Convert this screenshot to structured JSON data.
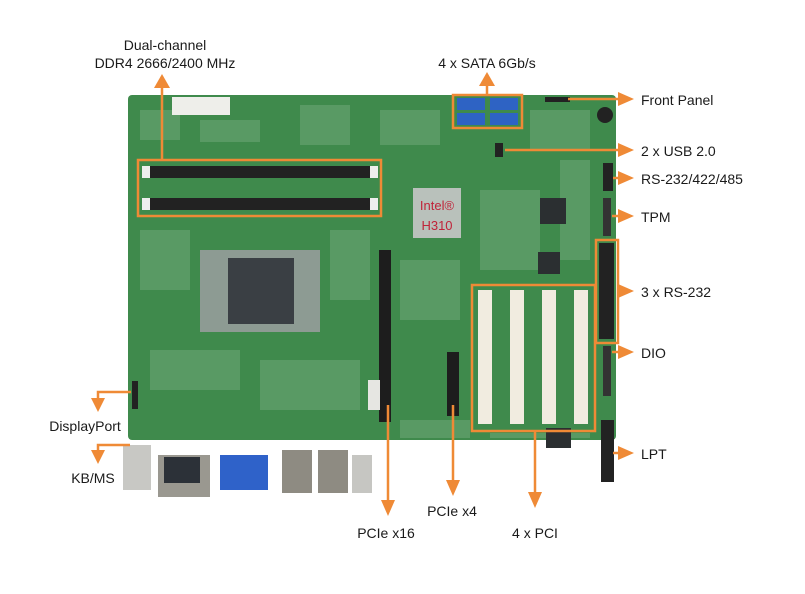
{
  "labels": {
    "memory_line1": "Dual-channel",
    "memory_line2": "DDR4 2666/2400 MHz",
    "sata": "4 x SATA 6Gb/s",
    "front_panel": "Front Panel",
    "usb": "2 x USB 2.0",
    "rs_multi": "RS-232/422/485",
    "tpm": "TPM",
    "rs232": "3 x RS-232",
    "dio": "DIO",
    "lpt": "LPT",
    "displayport": "DisplayPort",
    "kbms": "KB/MS",
    "pcie_x16": "PCIe x16",
    "pcie_x4": "PCIe x4",
    "pci": "4 x PCI"
  },
  "chipset": {
    "brand": "Intel®",
    "model": "H310"
  },
  "colors": {
    "callout": "#ef8a36",
    "board": "#3f8a4c",
    "chipset_text": "#c0243a"
  }
}
